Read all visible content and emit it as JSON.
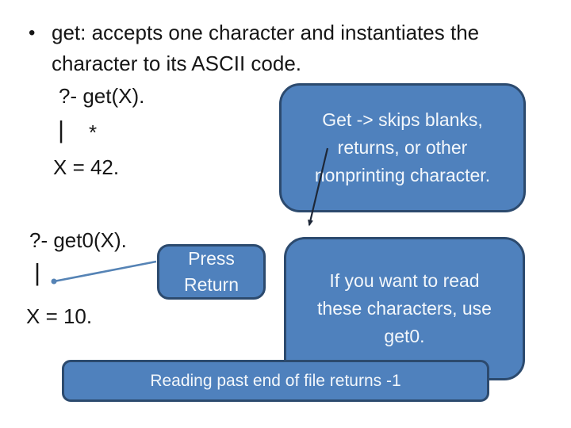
{
  "slide": {
    "bullet": {
      "marker": "•",
      "text": "get: accepts one character and instantiates the character to its ASCII code."
    },
    "example_get": {
      "query": "?- get(X).",
      "echo_bar": "|",
      "echo_star": "*",
      "result": "X = 42."
    },
    "example_get0": {
      "query": "?- get0(X).",
      "echo_bar": "|",
      "result": "X = 10."
    },
    "callouts": {
      "get_behavior": {
        "lines": [
          "Get -> skips blanks,",
          "returns, or other",
          "nonprinting character."
        ]
      },
      "press_return": {
        "lines": [
          "Press",
          "Return"
        ]
      },
      "get0_usage": {
        "lines": [
          "If you want to read",
          "these characters, use",
          "get0."
        ]
      },
      "footer_eof": {
        "text": "Reading past end of file returns -1"
      }
    },
    "colors": {
      "box_fill": "#4f81bd",
      "box_border": "#2c4a6e",
      "box_text": "#f3f7fb",
      "body_text": "#161616",
      "arrow_dark": "#1d2737",
      "connector_light": "#5583b5",
      "background": "#ffffff"
    }
  }
}
